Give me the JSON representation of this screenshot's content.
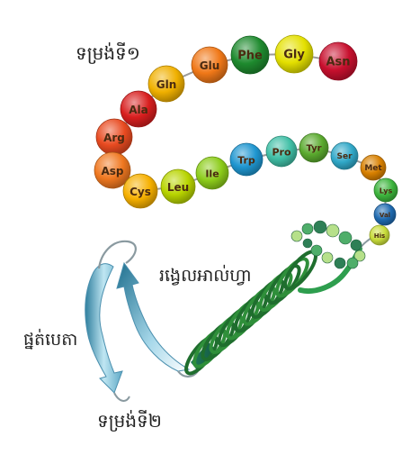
{
  "labels": {
    "primary_structure": "ទម្រង់ទី១",
    "alpha_helix": "រង្វេលអាល់ហ្វា",
    "beta_sheet": "ផ្នត់បេតា",
    "secondary_structure": "ទម្រង់ទី២"
  },
  "chain": [
    {
      "name": "Asn",
      "color": "#c8102e"
    },
    {
      "name": "Gly",
      "color": "#e4e000"
    },
    {
      "name": "Phe",
      "color": "#1e8a2e"
    },
    {
      "name": "Glu",
      "color": "#f07818"
    },
    {
      "name": "Gln",
      "color": "#f0b000"
    },
    {
      "name": "Ala",
      "color": "#d81e1e"
    },
    {
      "name": "Arg",
      "color": "#e84a20"
    },
    {
      "name": "Asp",
      "color": "#f07820"
    },
    {
      "name": "Cys",
      "color": "#f6b000"
    },
    {
      "name": "Leu",
      "color": "#b8d400"
    },
    {
      "name": "Ile",
      "color": "#8ccc1a"
    },
    {
      "name": "Trp",
      "color": "#1f96d0"
    },
    {
      "name": "Pro",
      "color": "#40bfa6"
    },
    {
      "name": "Tyr",
      "color": "#5aaa2e"
    },
    {
      "name": "Ser",
      "color": "#30a8c8"
    },
    {
      "name": "Met",
      "color": "#d88000"
    },
    {
      "name": "Lys",
      "color": "#3cb43c"
    },
    {
      "name": "Val",
      "color": "#1f6ab0"
    },
    {
      "name": "His",
      "color": "#c8dc3a"
    }
  ]
}
